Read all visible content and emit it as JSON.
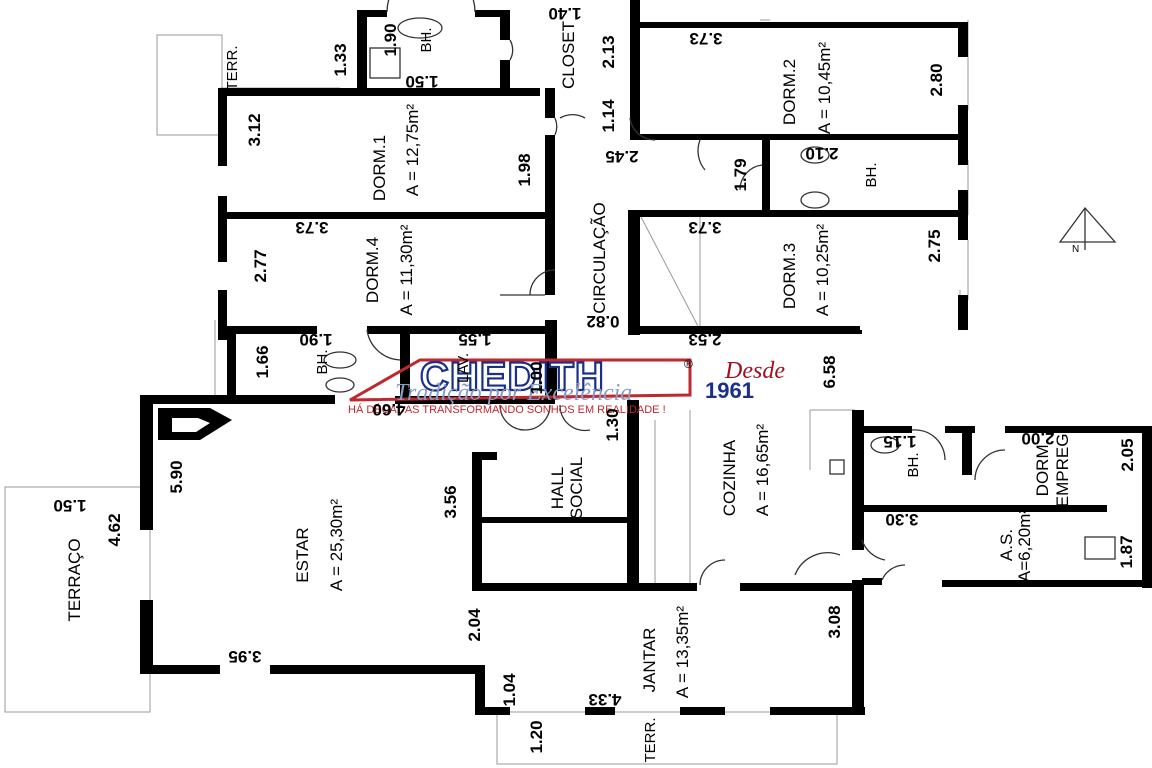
{
  "rooms": {
    "dorm1": {
      "name": "DORM.1",
      "area": "A = 12,75m²"
    },
    "dorm2": {
      "name": "DORM.2",
      "area": "A = 10,45m²"
    },
    "dorm3": {
      "name": "DORM.3",
      "area": "A = 10,25m²"
    },
    "dorm4": {
      "name": "DORM.4",
      "area": "A = 11,30m²"
    },
    "estar": {
      "name": "ESTAR",
      "area": "A = 25,30m²"
    },
    "jantar": {
      "name": "JANTAR",
      "area": "A = 13,35m²"
    },
    "cozinha": {
      "name": "COZINHA",
      "area": "A = 16,65m²"
    },
    "as": {
      "name": "A.S.",
      "area": "A=6,20m²"
    },
    "dorm_empreg": {
      "name": "DORM.",
      "name2": "EMPREG."
    },
    "closet": {
      "name": "CLOSET"
    },
    "circulacao": {
      "name": "CIRCULAÇÃO"
    },
    "hall": {
      "name": "HALL",
      "name2": "SOCIAL"
    },
    "terraco": {
      "name": "TERRAÇO"
    },
    "terr_top": {
      "name": "TERR."
    },
    "terr_bottom": {
      "name": "TERR."
    },
    "bh1": {
      "name": "BH."
    },
    "bh2": {
      "name": "BH."
    },
    "bh3": {
      "name": "BH."
    },
    "bh4": {
      "name": "BH."
    },
    "lav": {
      "name": "LAV."
    }
  },
  "dimensions": {
    "d_1_90_top": "1.90",
    "d_1_33": "1.33",
    "d_1_50_top": "1.50",
    "d_1_40": "1.40",
    "d_2_13": "2.13",
    "d_1_14": "1.14",
    "d_3_73_d2": "3.73",
    "d_2_80": "2.80",
    "d_3_12": "3.12",
    "d_1_98": "1.98",
    "d_2_45": "2.45",
    "d_1_79": "1.79",
    "d_2_10": "2.10",
    "d_3_73_d4": "3.73",
    "d_3_73_d3": "3.73",
    "d_2_77": "2.77",
    "d_2_75": "2.75",
    "d_0_82": "0.82",
    "d_2_53": "2.53",
    "d_1_90_bh": "1.90",
    "d_1_55": "1.55",
    "d_1_66": "1.66",
    "d_1_00": "1.00",
    "d_4_60": "4.60",
    "d_6_58": "6.58",
    "d_1_30": "1.30",
    "d_5_90": "5.90",
    "d_3_56": "3.56",
    "d_1_15": "1.15",
    "d_2_00": "2.00",
    "d_2_05": "2.05",
    "d_3_30": "3.30",
    "d_1_87": "1.87",
    "d_1_50_terr": "1.50",
    "d_4_62": "4.62",
    "d_2_04": "2.04",
    "d_3_08": "3.08",
    "d_3_95": "3.95",
    "d_1_04": "1.04",
    "d_4_33": "4.33",
    "d_1_20": "1.20"
  },
  "watermark": {
    "logo": "CHEDITH",
    "registered": "®",
    "year": "1961",
    "signature": "Desde",
    "script": "Tradição por Excelência",
    "tagline": "HÁ DÉCADAS TRANSFORMANDO SONHOS EM REALIDADE !"
  },
  "colors": {
    "walls": "#000000",
    "logo_blue": "#1a2f8a",
    "logo_red": "#c0282f"
  }
}
